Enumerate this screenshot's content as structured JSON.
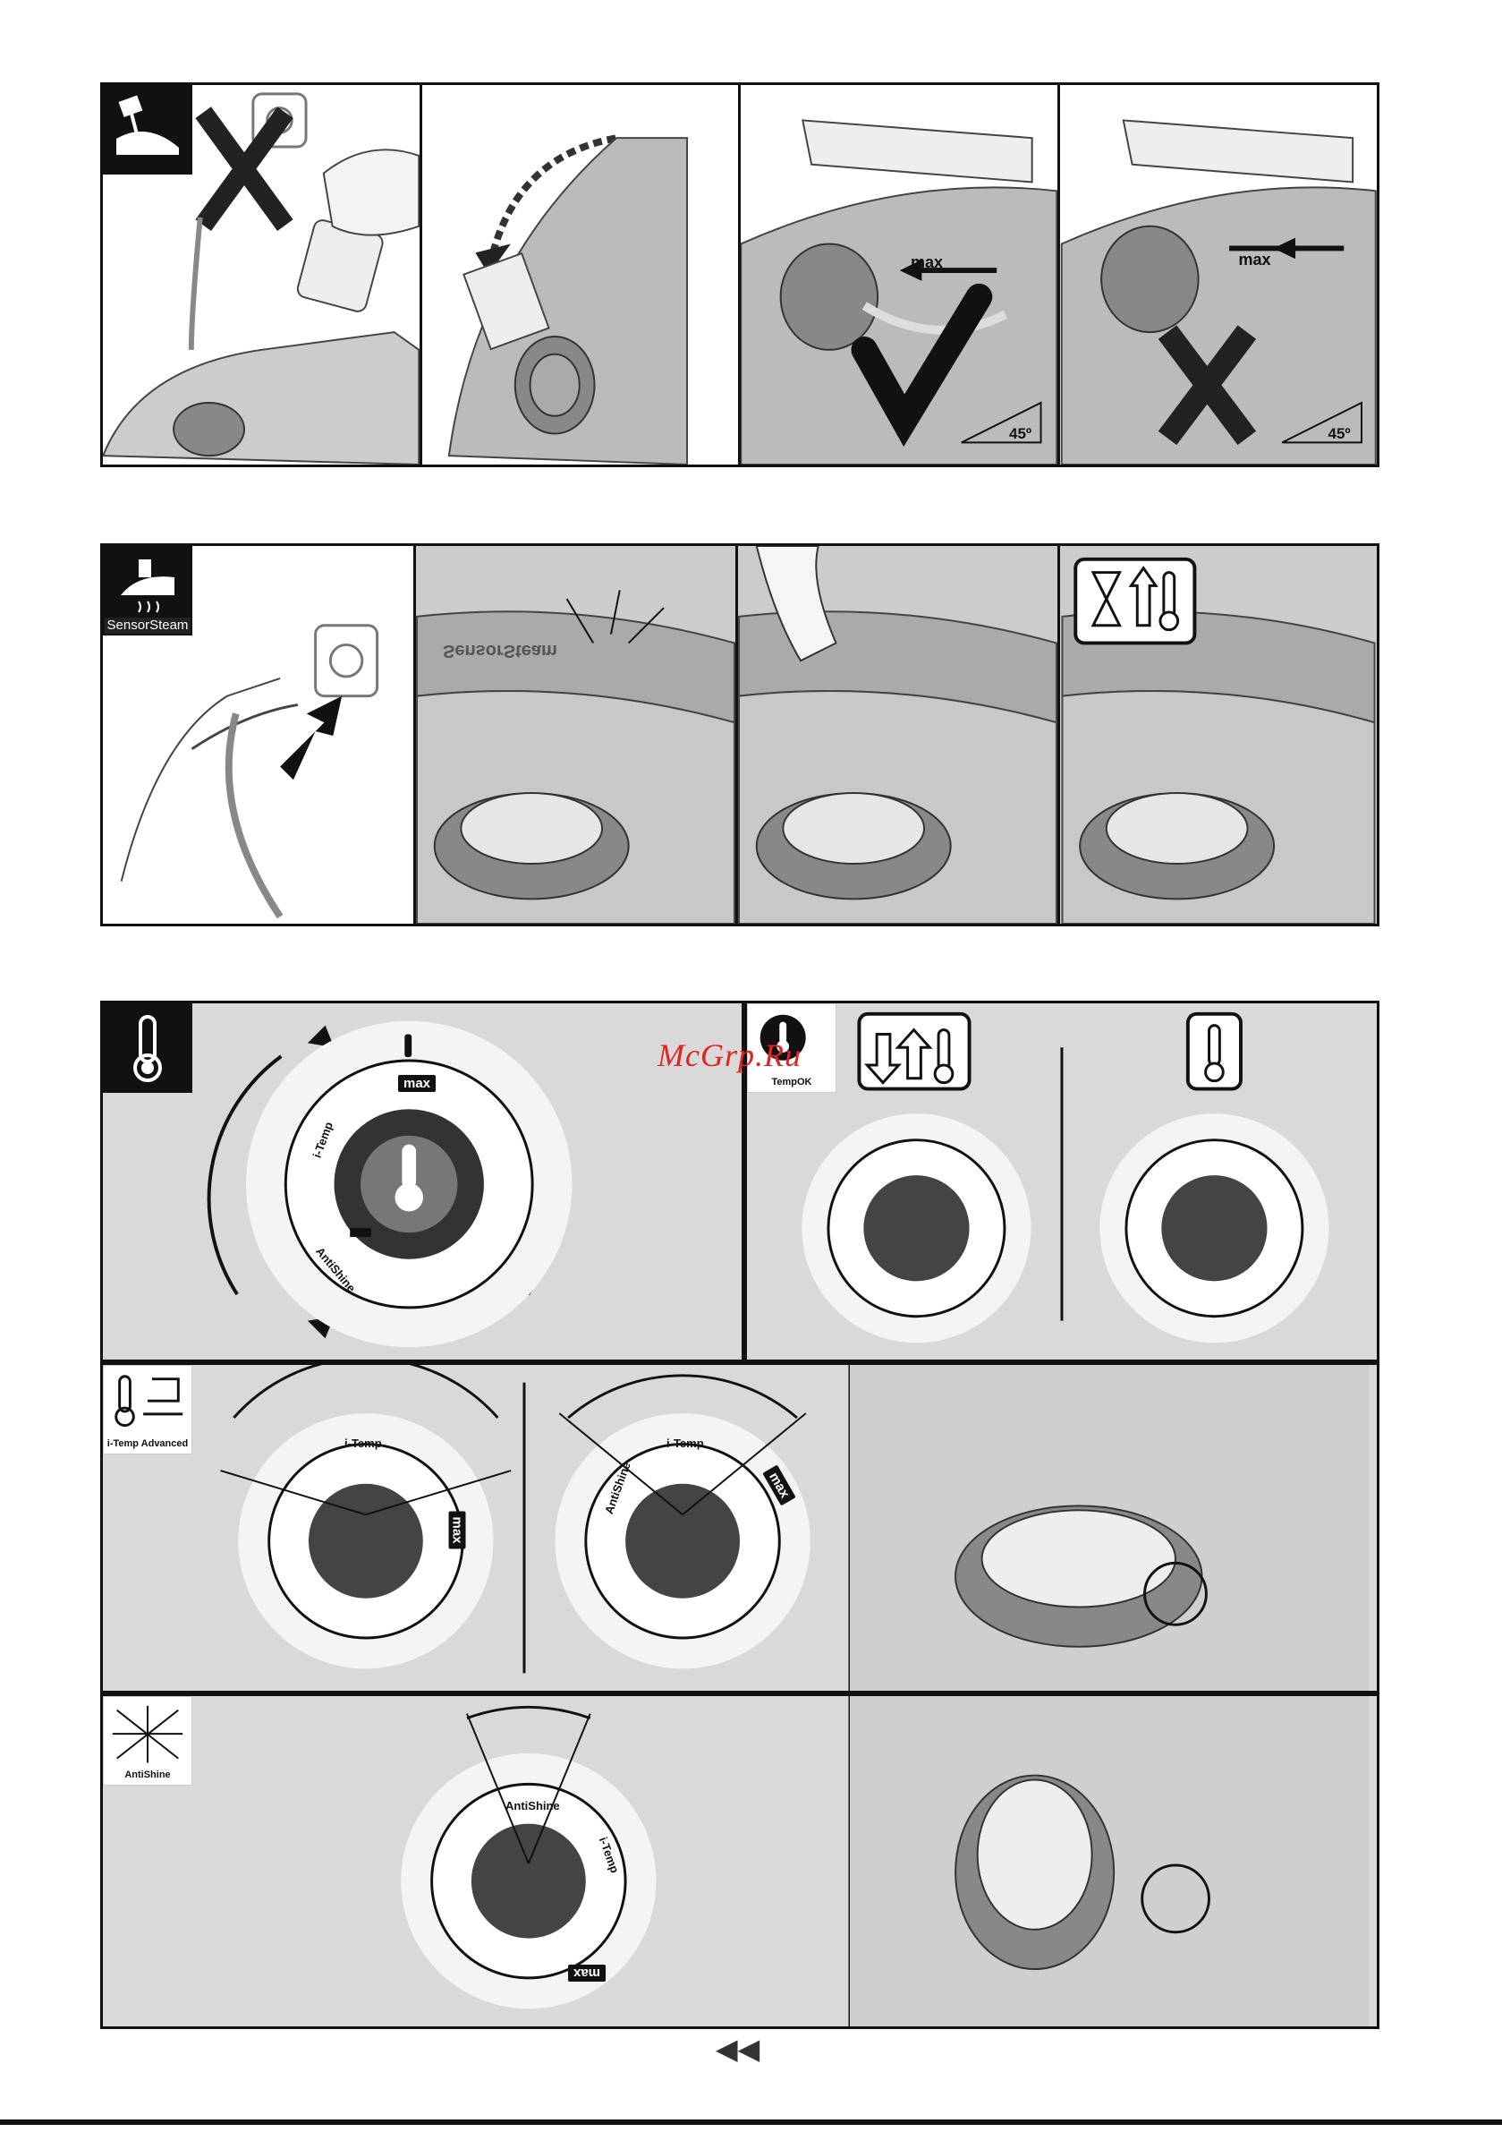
{
  "watermark": "McGrp.Ru",
  "row1": {
    "panels": [
      {
        "id": "fill-water"
      },
      {
        "id": "open-lid"
      },
      {
        "id": "max-correct",
        "max_label": "max",
        "angle_label": "45º"
      },
      {
        "id": "max-wrong",
        "max_label": "max",
        "angle_label": "45º"
      }
    ]
  },
  "row2": {
    "badge_caption": "SensorSteam",
    "steam_text": "SensorSteam"
  },
  "row3": {
    "dial_labels": {
      "max": "max",
      "itemp": "i-Temp",
      "antishine": "AntiShine"
    },
    "tempok_caption": "TempOK"
  },
  "row4": {
    "badge_caption": "i-Temp Advanced",
    "itemp": "i-Temp",
    "max": "max",
    "antishine": "AntiShine"
  },
  "row5": {
    "badge_caption": "AntiShine",
    "antishine": "AntiShine",
    "itemp": "i-Temp",
    "max": "max"
  },
  "nav": "◀◀"
}
